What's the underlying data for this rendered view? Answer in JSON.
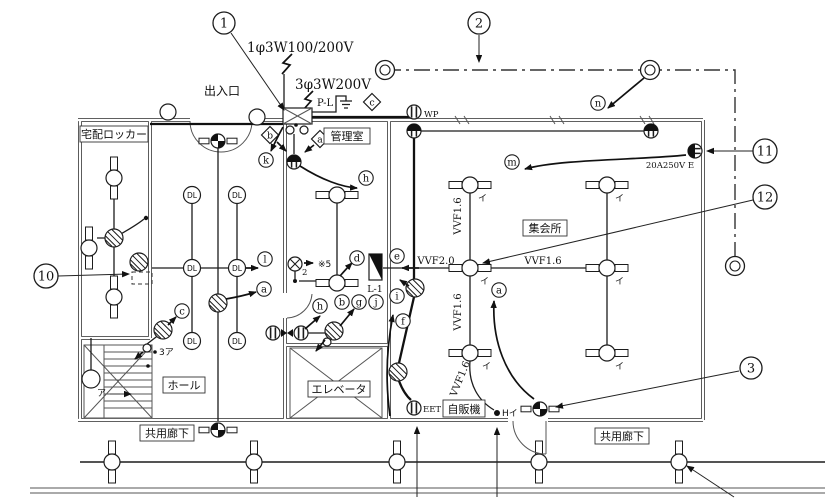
{
  "rooms": {
    "entrance": "出入口",
    "delivery_locker": "宅配ロッカー",
    "management": "管理室",
    "assembly": "集会所",
    "hall": "ホール",
    "elevator": "エレベータ",
    "vending": "自販機",
    "corridor": "共用廊下"
  },
  "labels": {
    "supply_single": "1φ3W100/200V",
    "supply_three": "3φ3W200V",
    "panel_pl": "P-L",
    "panel_l1": "L-1",
    "wp": "WP",
    "recept_spec": "20A250V E",
    "note5": "※5",
    "sub2": "2",
    "vvf16": "VVF1.6",
    "vvf20": "VVF2.0",
    "dl": "DL",
    "i_kana": "イ",
    "a_kana": "ア",
    "sw3a": "3ア",
    "h_i": "Hイ",
    "eet": "EET"
  },
  "nums": {
    "n1": "1",
    "n2": "2",
    "n3": "3",
    "n10": "10",
    "n11": "11",
    "n12": "12"
  },
  "letters": {
    "a": "a",
    "b": "b",
    "c": "c",
    "d": "d",
    "e": "e",
    "f": "f",
    "g": "g",
    "h": "h",
    "i": "i",
    "j": "j",
    "k": "k",
    "l": "l",
    "m": "m",
    "n": "n"
  },
  "colors": {
    "paper": "#ffffff",
    "line": "#1c1c1c",
    "wall": "#4a4a4a"
  }
}
